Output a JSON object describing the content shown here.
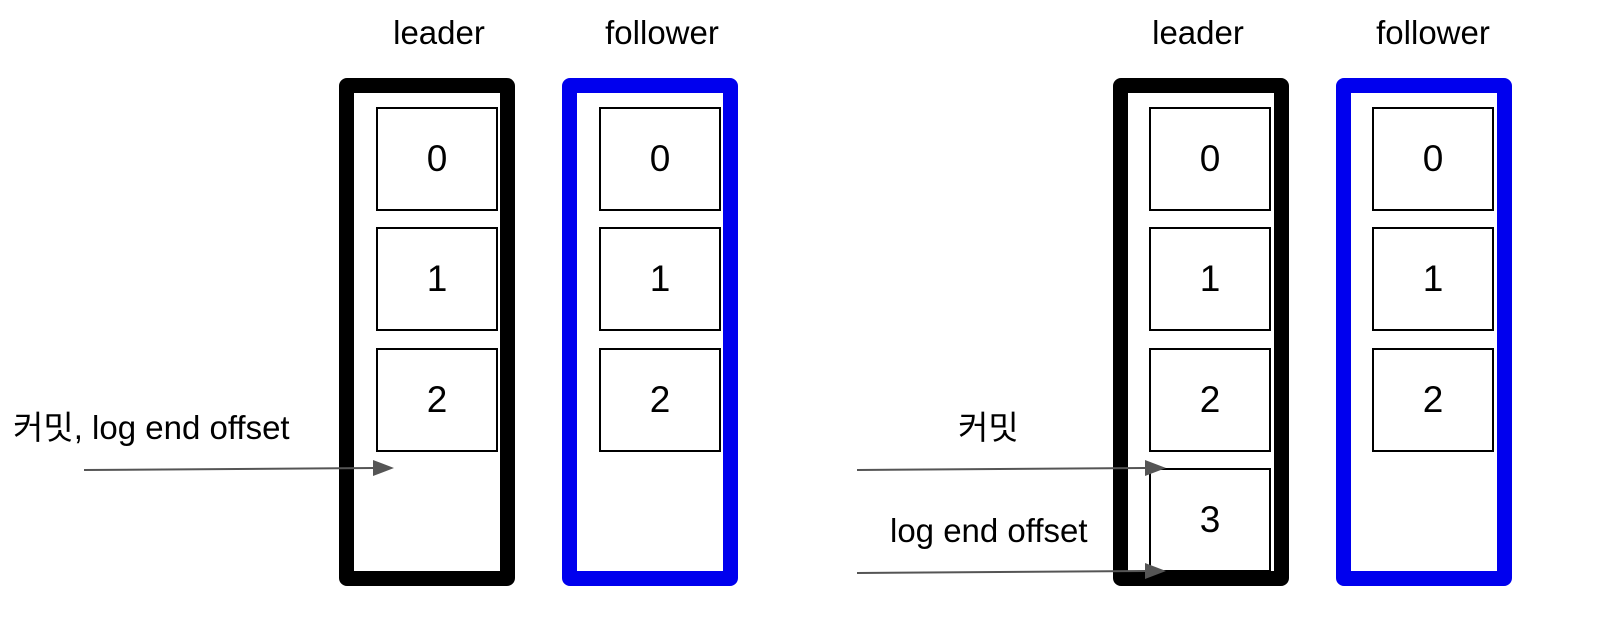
{
  "diagrams": [
    {
      "leader": {
        "header": "leader",
        "border_color": "#000000",
        "cells": [
          "0",
          "1",
          "2"
        ]
      },
      "follower": {
        "header": "follower",
        "border_color": "#0000ee",
        "cells": [
          "0",
          "1",
          "2"
        ]
      },
      "annotations": [
        "커밋, log end offset"
      ]
    },
    {
      "leader": {
        "header": "leader",
        "border_color": "#000000",
        "cells": [
          "0",
          "1",
          "2",
          "3"
        ]
      },
      "follower": {
        "header": "follower",
        "border_color": "#0000ee",
        "cells": [
          "0",
          "1",
          "2"
        ]
      },
      "annotations": [
        "커밋",
        "log end offset"
      ]
    }
  ],
  "arrow_color": "#555555"
}
